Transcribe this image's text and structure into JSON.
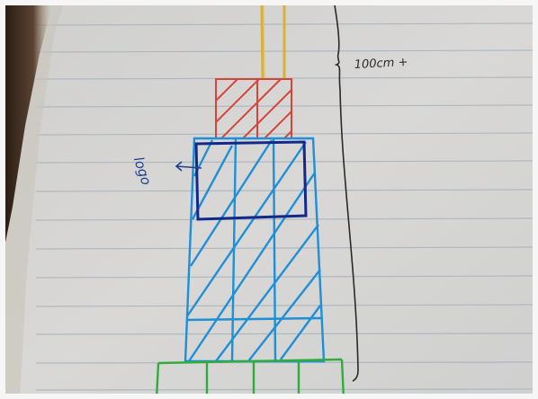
{
  "annotations": {
    "height_label": "100cm +",
    "logo_label": "logo"
  },
  "colors": {
    "paper": "#d9d8d5",
    "rule_line": "#a7b3bf",
    "frame": "#f6f6f6",
    "shadow": "#3a2b1f",
    "wire": "#d9b33a",
    "top_block": "#d8463a",
    "body_block": "#1e8ed6",
    "logo_panel": "#142c8a",
    "base_block": "#2fae3b",
    "pen_black": "#2a2a2a",
    "pen_blue": "#1f3f8f"
  },
  "icons": [
    "height-bracket",
    "pointer-arrow"
  ]
}
